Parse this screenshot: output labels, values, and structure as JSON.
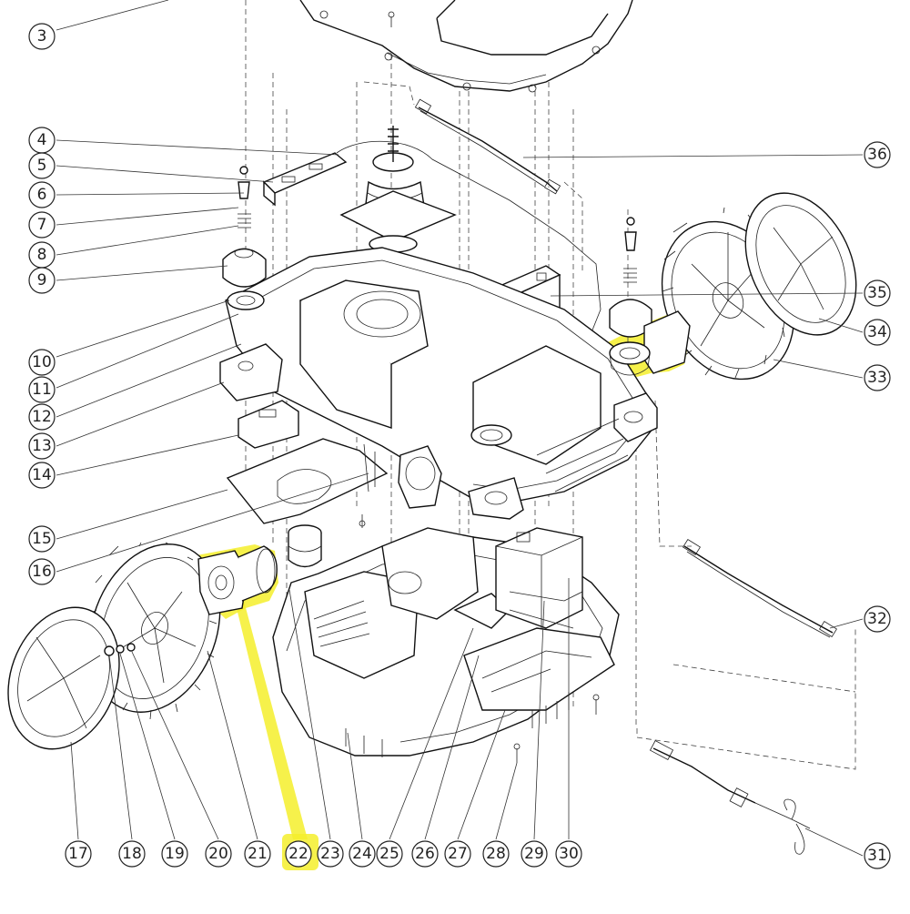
{
  "callouts": [
    "3",
    "4",
    "5",
    "6",
    "7",
    "8",
    "9",
    "10",
    "11",
    "12",
    "13",
    "14",
    "15",
    "16",
    "17",
    "18",
    "19",
    "20",
    "21",
    "22",
    "23",
    "24",
    "25",
    "26",
    "27",
    "28",
    "29",
    "30",
    "31",
    "32",
    "33",
    "34",
    "35",
    "36"
  ],
  "highlighted_callout": "22",
  "colors": {
    "highlight": "#f4ee2b",
    "line": "#222222",
    "background": "#ffffff"
  }
}
